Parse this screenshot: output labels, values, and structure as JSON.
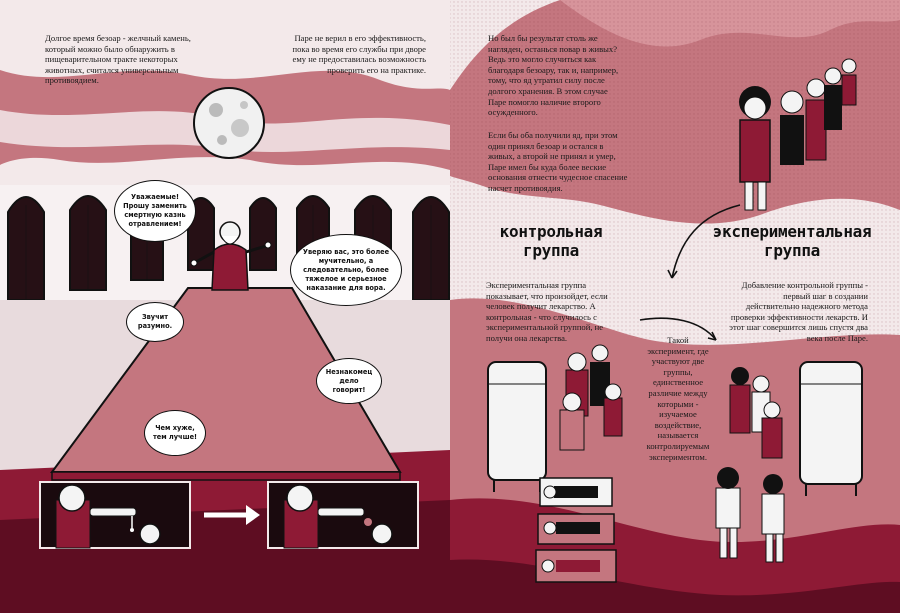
{
  "captions": {
    "intro": "Долгое время безоар - желчный камень, который можно было обнаружить в пищеварительном тракте некоторых животных, считался универсальным противоядием.",
    "pare_doubt": "Паре не верил в его эффективность, пока во время его службы при дворе ему не предоставилась возможность проверить его на практике.",
    "result": "Но был бы результат столь же нагляден, останься повар в живых? Ведь это могло случиться как благодаря безоару, так и, например, тому, что яд утратил силу после долгого хранения. В этом случае Паре помогло наличие второго осужденного.",
    "both": "Если бы оба получили яд, при этом один принял безоар и остался в живых, а второй не принял и умер, Паре имел бы куда более веские основания отнести чудесное спасение насчет противоядия.",
    "control_desc": "Экспериментальная группа показывает, что произойдет, если человек получит лекарство. А контрольная - что случилось с экспериментальной группой, не получи она лекарства.",
    "controlled_exp": "Такой эксперимент, где участвуют две группы, единственное различие между которыми - изучаемое воздействие, называется контролируемым экспериментом.",
    "adding_control": "Добавление контрольной группы - первый шаг в создании действительно надежного метода проверки эффективности лекарств. И этот шаг совершится лишь спустя два века после Паре."
  },
  "headings": {
    "control": "контрольная группа",
    "experimental": "экспериментальная группа"
  },
  "bubbles": {
    "request": "Уважаемые! Прошу заменить смертную казнь отравлением!",
    "assure": "Уверяю вас, это более мучительно, а следовательно, более тяжелое и серьезное наказание для вора.",
    "reasonable": "Звучит разумно.",
    "stranger": "Незнакомец дело говорит!",
    "worse": "Чем хуже, тем лучше!"
  },
  "colors": {
    "background": "#f3e9ea",
    "pink": "#c4767f",
    "rose": "#d7949b",
    "crimson": "#8e1a35",
    "deep": "#5e0d22",
    "ink": "#111111"
  }
}
